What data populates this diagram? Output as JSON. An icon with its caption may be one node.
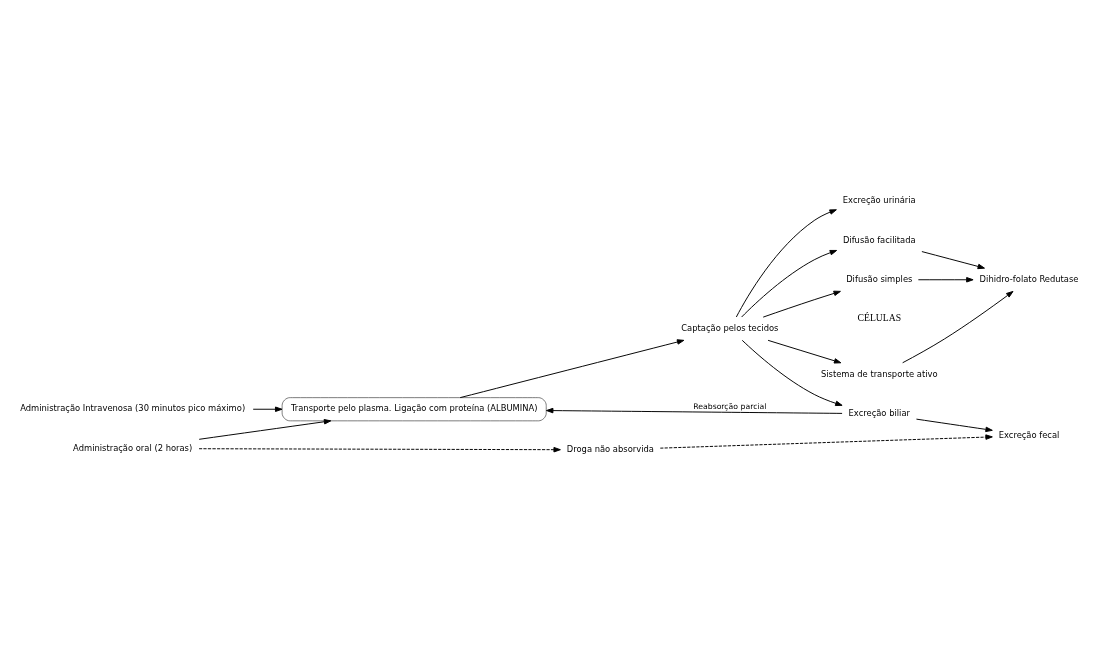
{
  "diagram": {
    "nodes": [
      {
        "text": [
          "Administração Intravenosa (30 minutos pico máximo)"
        ]
      },
      {
        "text": [
          "Administração oral (2 horas)"
        ]
      },
      {
        "text": [
          "Transporte pelo plasma. Ligação com proteína (ALBUMINA)"
        ]
      },
      {
        "text": [
          "Captação pelos tecidos"
        ]
      },
      {
        "text": [
          "Sistema de transporte ativo"
        ]
      },
      {
        "text": [
          "Difusão facilitada"
        ]
      },
      {
        "text": [
          "Difusão simples"
        ]
      },
      {
        "text": [
          "Dihidro-folato Redutase"
        ]
      },
      {
        "text": [
          "Droga não absorvida"
        ]
      },
      {
        "text": [
          "Excreção biliar"
        ]
      },
      {
        "text": [
          "Excreção fecal"
        ]
      },
      {
        "text": [
          "Excreção urinária"
        ]
      }
    ],
    "edges": [
      {
        "from": 0,
        "to": 2,
        "arrow": "to"
      },
      {
        "from": 1,
        "to": 2,
        "arrow": "to"
      },
      {
        "from": 9,
        "to": 2,
        "arrow": "to",
        "label": "Reabsorção parcial"
      },
      {
        "from": 1,
        "to": 8,
        "arrow": "to",
        "style": "dashed"
      },
      {
        "from": 2,
        "to": 3,
        "arrow": "to"
      },
      {
        "from": 3,
        "to": 4,
        "arrow": "to"
      },
      {
        "from": 3,
        "to": 5,
        "arrow": "to"
      },
      {
        "from": 3,
        "to": 6,
        "arrow": "to"
      },
      {
        "from": 4,
        "to": 7,
        "arrow": "to"
      },
      {
        "from": 5,
        "to": 7,
        "arrow": "to"
      },
      {
        "from": 6,
        "to": 7,
        "arrow": "to"
      },
      {
        "from": 3,
        "to": 9,
        "arrow": "to"
      },
      {
        "from": 3,
        "to": 11,
        "arrow": "to"
      },
      {
        "from": 8,
        "to": 10,
        "arrow": "to",
        "style": "dashed"
      },
      {
        "from": 9,
        "to": 10,
        "arrow": "to"
      }
    ],
    "labels": [
      "CÉLULAS"
    ]
  }
}
